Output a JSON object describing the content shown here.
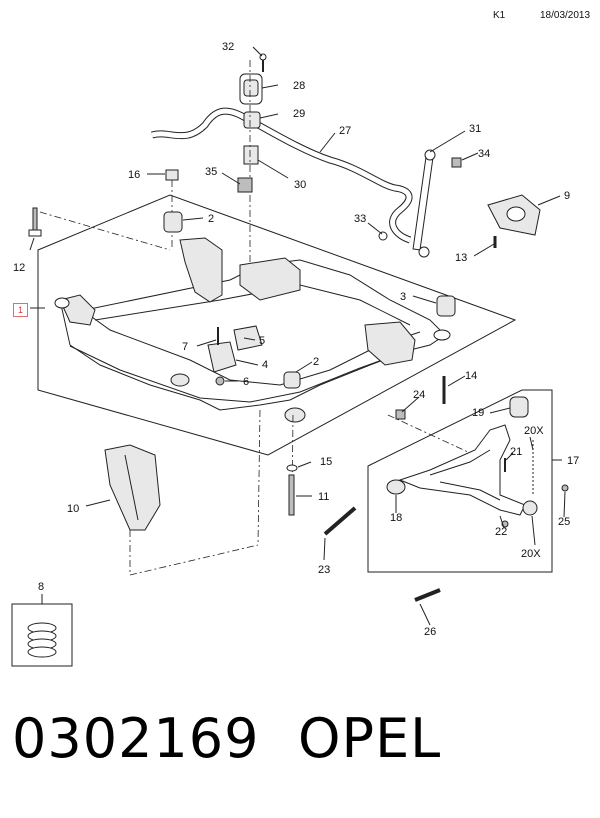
{
  "header": {
    "sheet_code": "K1",
    "date": "18/03/2013"
  },
  "footer": {
    "part_number": "0302169",
    "brand": "OPEL"
  },
  "reference_box": {
    "label": "1"
  },
  "callouts": {
    "c1": "1",
    "c2a": "2",
    "c2b": "2",
    "c3": "3",
    "c4": "4",
    "c5": "5",
    "c6": "6",
    "c7": "7",
    "c8": "8",
    "c9": "9",
    "c10": "10",
    "c11": "11",
    "c12": "12",
    "c13": "13",
    "c14": "14",
    "c15": "15",
    "c16": "16",
    "c17": "17",
    "c18": "18",
    "c19": "19",
    "c20xa": "20X",
    "c20xb": "20X",
    "c21": "21",
    "c22": "22",
    "c23": "23",
    "c24": "24",
    "c25": "25",
    "c26": "26",
    "c27": "27",
    "c28": "28",
    "c29": "29",
    "c30": "30",
    "c31": "31",
    "c32": "32",
    "c33": "33",
    "c34": "34",
    "c35": "35"
  },
  "colors": {
    "line": "#222222",
    "frame_fill": "#f2f2f2",
    "ref_box": "#e06c6c"
  }
}
